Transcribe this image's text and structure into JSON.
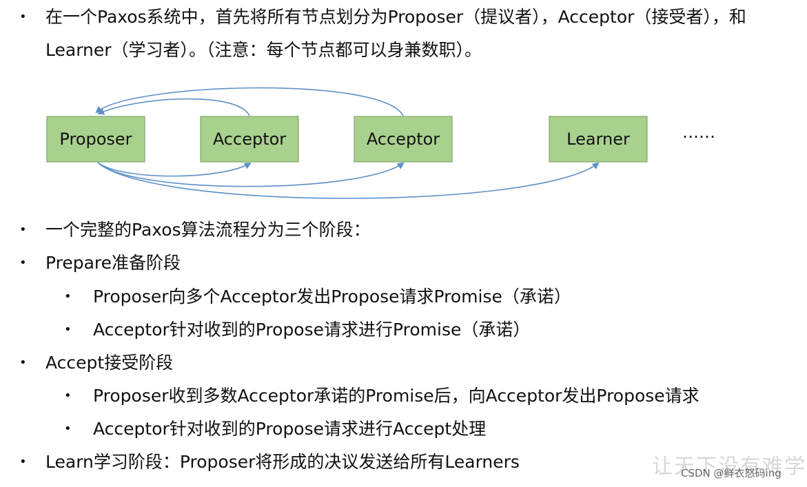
{
  "intro": {
    "line1": "在一个Paxos系统中，首先将所有节点划分为Proposer（提议者），Acceptor（接受者），和",
    "line2": "Learner（学习者）。（注意：每个节点都可以身兼数职）。"
  },
  "diagram": {
    "nodes": [
      {
        "label": "Proposer"
      },
      {
        "label": "Acceptor"
      },
      {
        "label": "Acceptor"
      },
      {
        "label": "Learner"
      }
    ],
    "ellipsis": "……",
    "node_color": "#a9d18e",
    "arrow_color": "#5b8fc9"
  },
  "phases": {
    "overview": "一个完整的Paxos算法流程分为三个阶段：",
    "prepare": {
      "title": "Prepare准备阶段",
      "items": [
        "Proposer向多个Acceptor发出Propose请求Promise（承诺）",
        "Acceptor针对收到的Propose请求进行Promise（承诺）"
      ]
    },
    "accept": {
      "title": "Accept接受阶段",
      "items": [
        "Proposer收到多数Acceptor承诺的Promise后，向Acceptor发出Propose请求",
        "Acceptor针对收到的Propose请求进行Accept处理"
      ]
    },
    "learn": {
      "title": "Learn学习阶段：Proposer将形成的决议发送给所有Learners"
    }
  },
  "bullet_char": "•",
  "watermark": "让天下没有难学的",
  "credit": "CSDN @鲜衣怒码ing"
}
